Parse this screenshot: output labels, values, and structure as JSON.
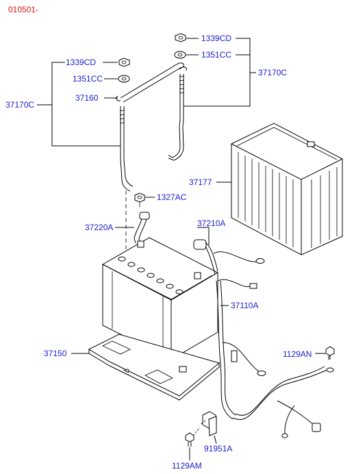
{
  "header": {
    "code": "010501-"
  },
  "labels": {
    "l1339cd_top": "1339CD",
    "l1351cc_top": "1351CC",
    "l37170c_right": "37170C",
    "l1339cd_left": "1339CD",
    "l1351cc_left": "1351CC",
    "l37160": "37160",
    "l37170c_left": "37170C",
    "l37177": "37177",
    "l1327ac": "1327AC",
    "l37220a": "37220A",
    "l37210a": "37210A",
    "l37110a": "37110A",
    "l37150": "37150",
    "l1129an": "1129AN",
    "l91951a": "91951A",
    "l1129am": "1129AM"
  },
  "colors": {
    "label": "#1a1acc",
    "header": "#dd1111",
    "line": "#000000"
  }
}
